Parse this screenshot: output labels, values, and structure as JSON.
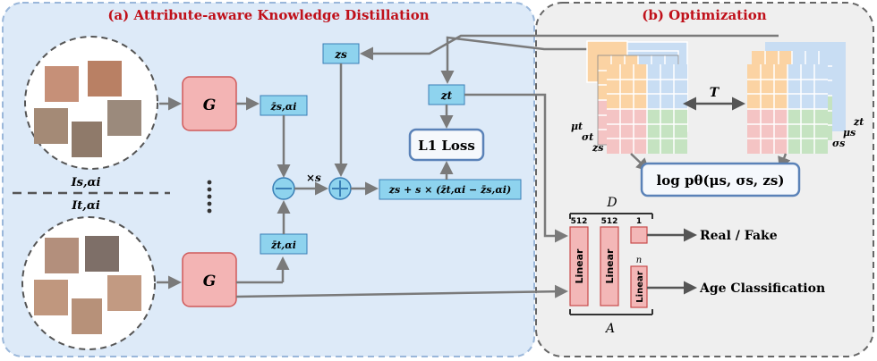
{
  "panels": {
    "a_title": "(a) Attribute-aware Knowledge Distillation",
    "b_title": "(b) Optimization"
  },
  "nodes": {
    "generator": "G",
    "zbar_s": "z̄s,αi",
    "zbar_t": "z̄t,αi",
    "z_s": "zs",
    "z_t": "zt",
    "l1_loss": "L1 Loss",
    "formula": "zs + s × (z̄t,αi − z̄s,αi)",
    "times_s": "×s",
    "source_set": "Is,αi",
    "target_set": "It,αi",
    "ellipsis": "⋮"
  },
  "optimization": {
    "T": "T",
    "log_p": "log pθ(μs, σs, zs)",
    "left_labels": [
      "μt",
      "σt",
      "zs"
    ],
    "right_labels": [
      "zt",
      "μs",
      "σs"
    ]
  },
  "classifier": {
    "D": "D",
    "A": "A",
    "dim_512a": "512",
    "dim_512b": "512",
    "dim_1": "1",
    "dim_n": "n",
    "linear": "Linear",
    "real_fake": "Real / Fake",
    "age_cls": "Age Classification"
  },
  "colors": {
    "panel_a_bg": "#ddeaf8",
    "panel_a_border": "#9ab7da",
    "panel_b_bg": "#efefef",
    "panel_b_border": "#666666",
    "title_red": "#c0101a",
    "node_blue": "#8ed3ee",
    "node_blue_border": "#3a7fb6",
    "gen_pink": "#f3b4b4",
    "gen_border": "#d05a5a",
    "loss_fill": "#f5f8fc",
    "loss_border": "#5a82b8",
    "arrow": "#7a7a7a",
    "grid_orange": "#fbd3a3",
    "grid_blue": "#c8ddf3",
    "grid_pink": "#f4c4c4",
    "grid_green": "#c5e3c1",
    "linear_pink": "#f3b7b7",
    "linear_border": "#c84c4c"
  }
}
